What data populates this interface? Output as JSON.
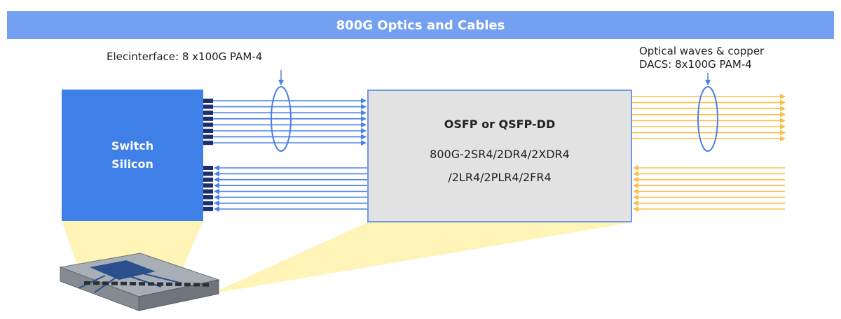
{
  "banner": {
    "title": "800G Optics and Cables"
  },
  "labels": {
    "electrical": "Elecinterface: 8 x100G PAM-4",
    "optical_line1": "Optical waves & copper",
    "optical_line2": "DACS: 8x100G PAM-4"
  },
  "switch": {
    "line1": "Switch",
    "line2": "Silicon"
  },
  "module": {
    "title": "OSFP or QSFP-DD",
    "line1": "800G-2SR4/2DR4/2XDR4",
    "line2": "/2LR4/2PLR4/2FR4"
  },
  "colors": {
    "banner": "#74a0f1",
    "switch": "#3f7fe8",
    "module_fill": "#e2e2e2",
    "module_border": "#6f9be6",
    "electrical_lanes": "#4a80e8",
    "optical_lanes": "#f7c04a",
    "connector": "#1c2f6b",
    "spotlight": "#fff3b0"
  },
  "lanes": {
    "tx_count": 8,
    "rx_count": 8
  },
  "icons": [
    "bundle-ellipse-icon",
    "down-arrow-icon",
    "switch-hardware-image"
  ]
}
